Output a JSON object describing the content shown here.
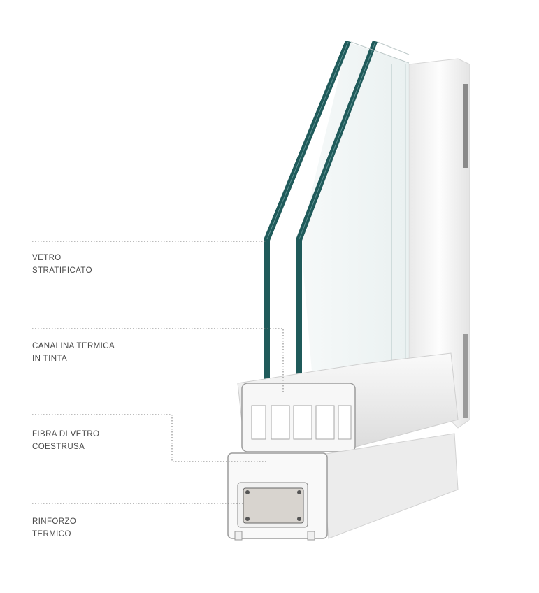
{
  "diagram": {
    "labels": [
      {
        "id": "vetro",
        "lines": [
          "VETRO",
          "STRATIFICATO"
        ]
      },
      {
        "id": "canalina",
        "lines": [
          "CANALINA TERMICA",
          "IN TINTA"
        ]
      },
      {
        "id": "fibra",
        "lines": [
          "FIBRA DI VETRO",
          "COESTRUSA"
        ]
      },
      {
        "id": "rinforzo",
        "lines": [
          "RINFORZO",
          "TERMICO"
        ]
      }
    ],
    "colors": {
      "glass_edge": "#1f5a5a",
      "profile": "#f4f4f4",
      "reinforcement": "#d8d4cf",
      "leader_line": "#7a7a7a"
    }
  }
}
